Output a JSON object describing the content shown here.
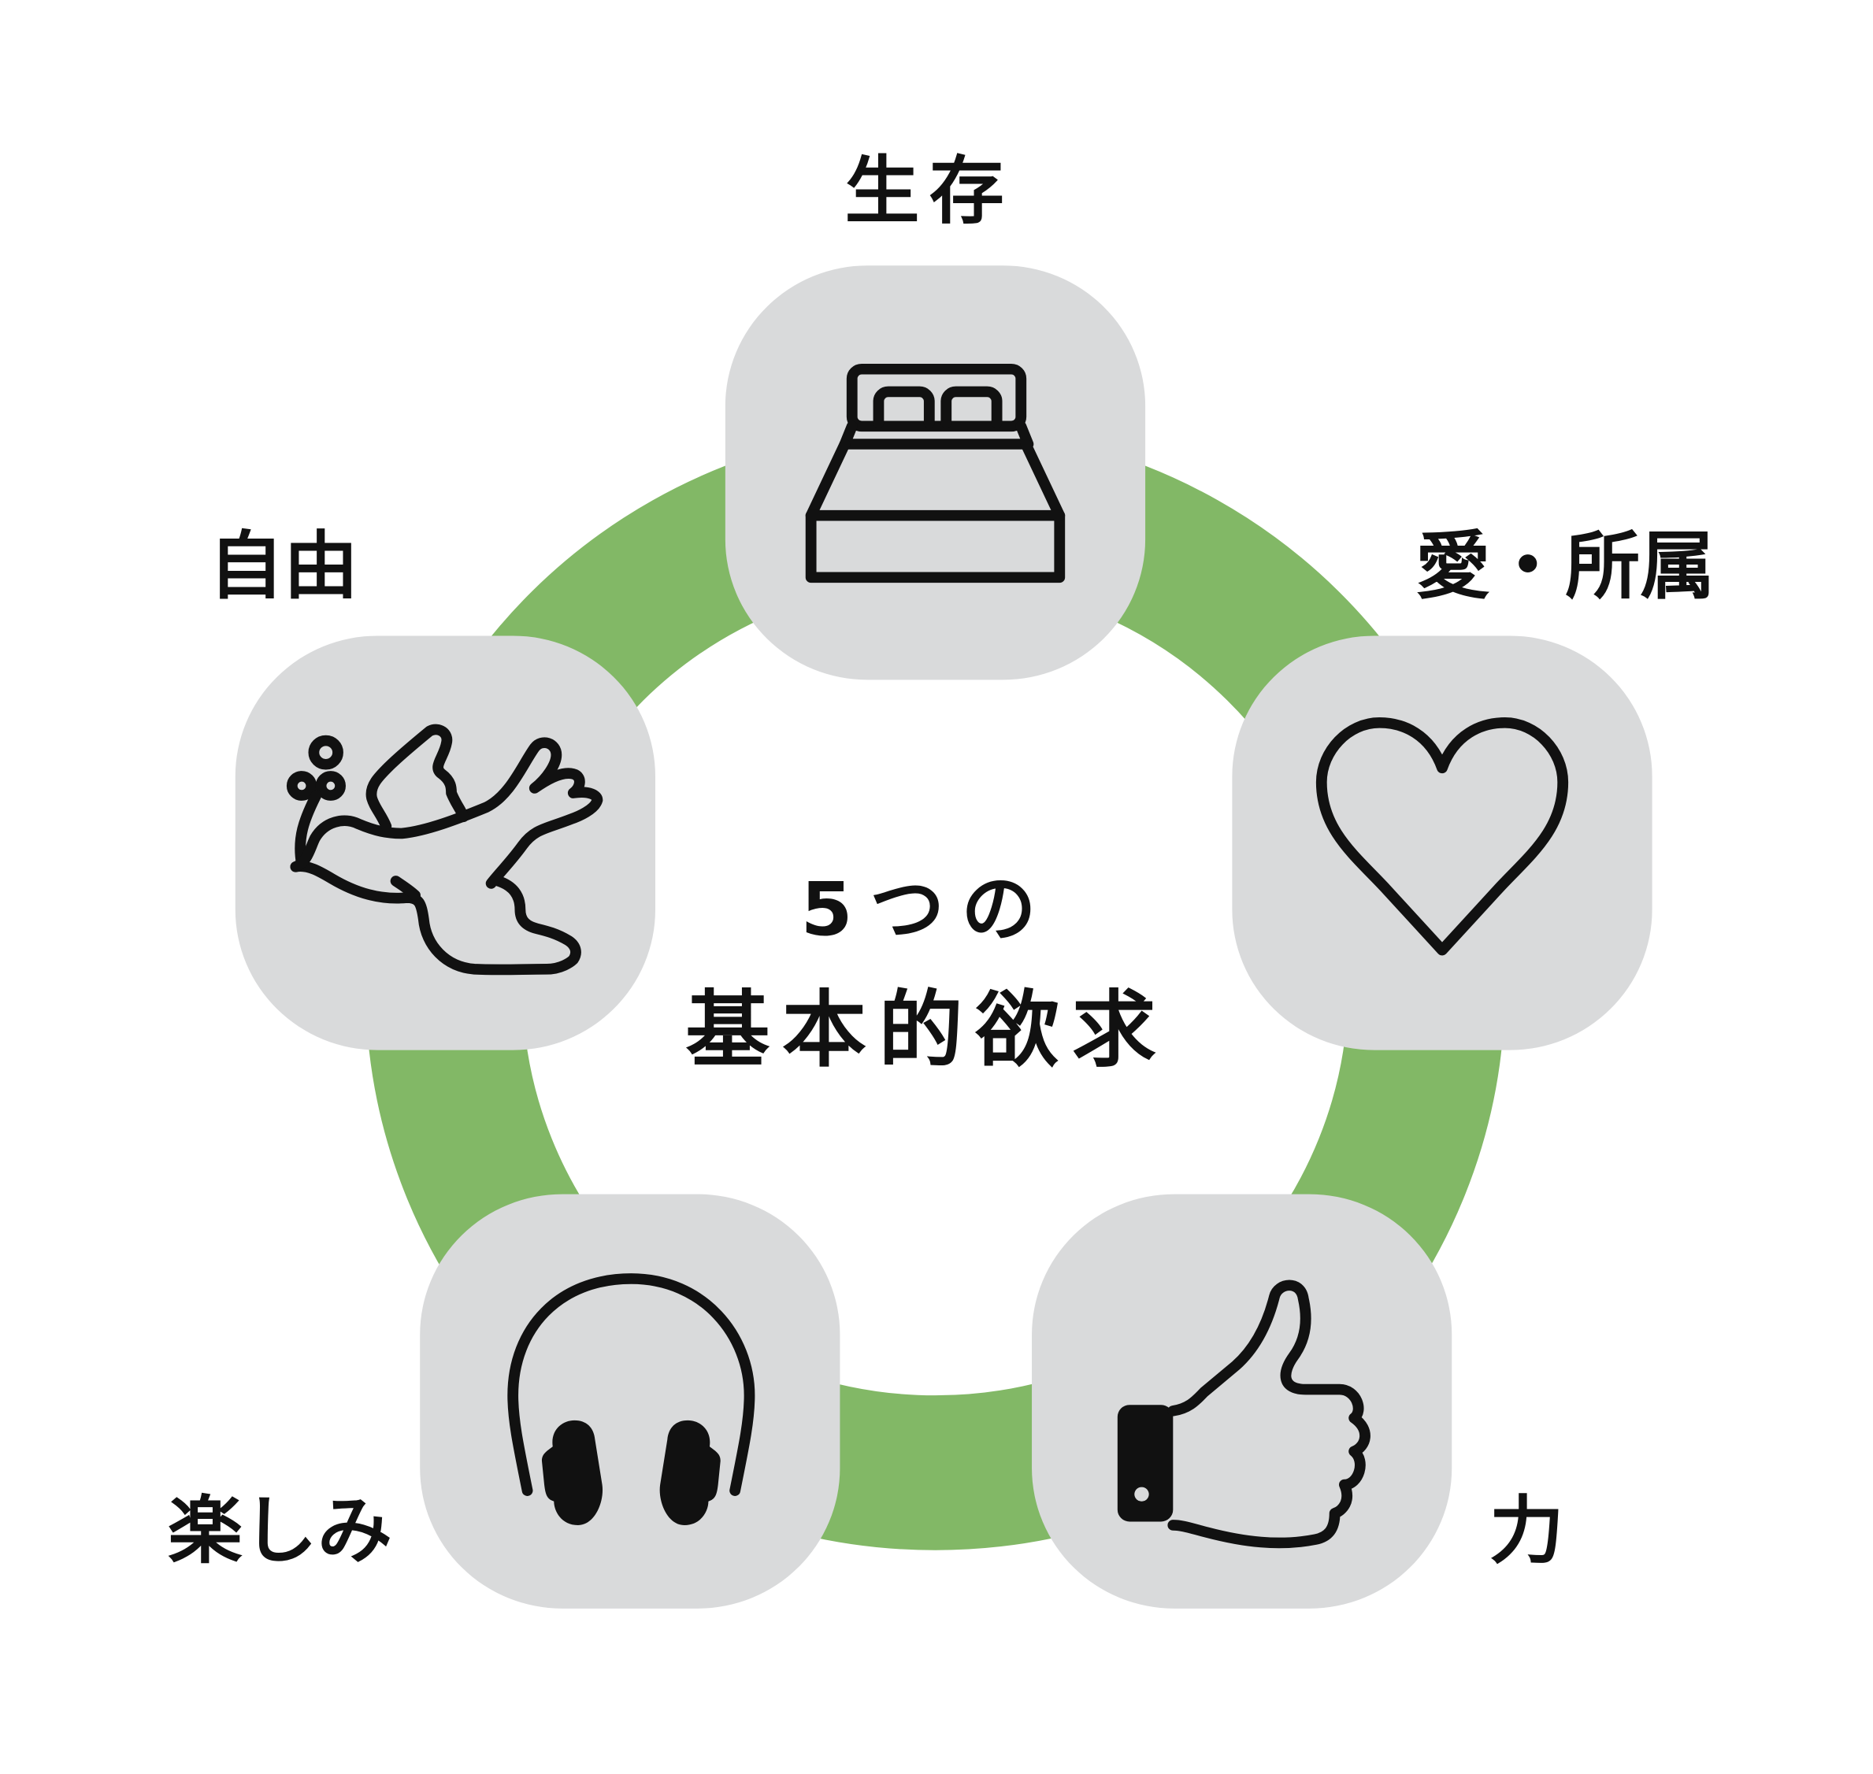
{
  "title": {
    "line1": "5つの",
    "line2": "基本的欲求"
  },
  "needs": [
    {
      "label": "生存",
      "icon": "bed-icon"
    },
    {
      "label": "愛・所属",
      "icon": "heart-icon"
    },
    {
      "label": "力",
      "icon": "thumbs-up-icon"
    },
    {
      "label": "楽しみ",
      "icon": "headphones-icon"
    },
    {
      "label": "自由",
      "icon": "dove-icon"
    }
  ],
  "colors": {
    "ring": "#82b866",
    "box": "#d9dadb",
    "text": "#111111"
  }
}
